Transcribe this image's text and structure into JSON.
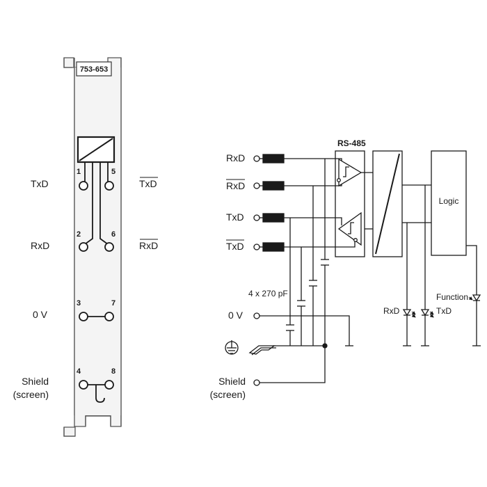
{
  "module": {
    "part_number": "753-653",
    "pin_numbers": [
      "1",
      "5",
      "2",
      "6",
      "3",
      "7",
      "4",
      "8"
    ],
    "labels": {
      "txd_left": "TxD",
      "txd_bar_right": "TxD",
      "rxd_left": "RxD",
      "rxd_bar_right": "RxD",
      "zero_v": "0 V",
      "shield_line1": "Shield",
      "shield_line2": "(screen)"
    }
  },
  "schematic": {
    "signals": {
      "rxd": "RxD",
      "rxd_bar": "RxD",
      "txd": "TxD",
      "txd_bar": "TxD",
      "zero_v": "0 V",
      "shield_line1": "Shield",
      "shield_line2": "(screen)"
    },
    "rs485_label": "RS-485",
    "capacitors_label": "4 x 270 pF",
    "logic_label": "Logic",
    "led_rxd_label": "RxD",
    "led_function_label": "Function",
    "led_txd_label": "TxD"
  }
}
